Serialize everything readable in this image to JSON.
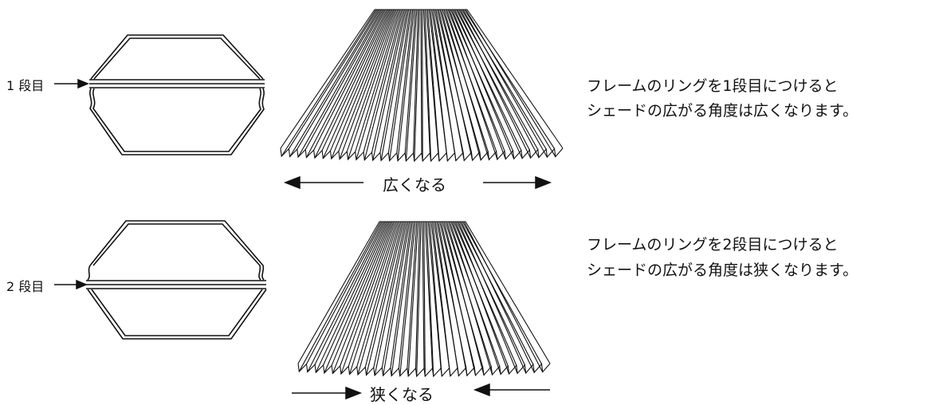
{
  "row1": {
    "ring_label": "1 段目",
    "direction_label": "広くなる",
    "description_line1": "フレームのリングを1段目につけると",
    "description_line2": "シェードの広がる角度は広くなります。"
  },
  "row2": {
    "ring_label": "2 段目",
    "direction_label": "狭くなる",
    "description_line1": "フレームのリングを2段目につけると",
    "description_line2": "シェードの広がる角度は狭くなります。"
  },
  "colors": {
    "line": "#111111",
    "background": "#ffffff"
  }
}
